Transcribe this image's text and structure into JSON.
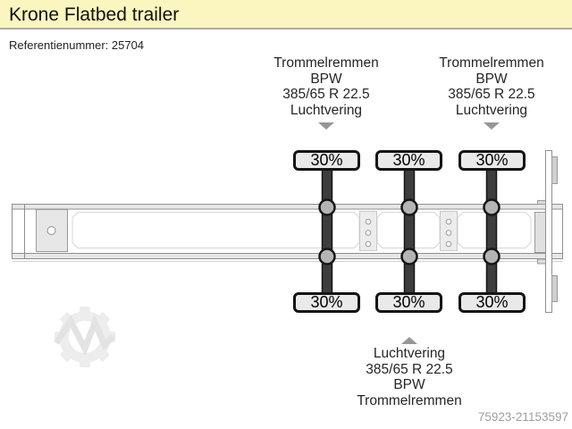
{
  "header": {
    "title": "Krone Flatbed trailer",
    "reference": "Referentienummer: 25704"
  },
  "specs": {
    "top_left": {
      "lines": [
        "Trommelremmen",
        "BPW",
        "385/65 R 22.5",
        "Luchtvering"
      ]
    },
    "top_right": {
      "lines": [
        "Trommelremmen",
        "BPW",
        "385/65 R 22.5",
        "Luchtvering"
      ]
    },
    "bottom": {
      "lines": [
        "Luchtvering",
        "385/65 R 22.5",
        "BPW",
        "Trommelremmen"
      ]
    }
  },
  "axles": [
    {
      "name": "axle-1",
      "top_label": "30%",
      "bottom_label": "30%"
    },
    {
      "name": "axle-2",
      "top_label": "30%",
      "bottom_label": "30%"
    },
    {
      "name": "axle-3",
      "top_label": "30%",
      "bottom_label": "30%"
    }
  ],
  "footer": {
    "listing_id": "75923-21153597"
  },
  "colors": {
    "header_bg": "#FBF6BF",
    "header_border": "#A8A8A8",
    "axle": "#3D3D3D",
    "hub": "#B4B4B4",
    "badge_bg": "#E9E9E9",
    "badge_border": "#141414",
    "arrow": "#979797",
    "frame_outline": "#8F8F8F",
    "frame_fill": "#E7E7E7",
    "muted_text": "#9E9E9E"
  }
}
